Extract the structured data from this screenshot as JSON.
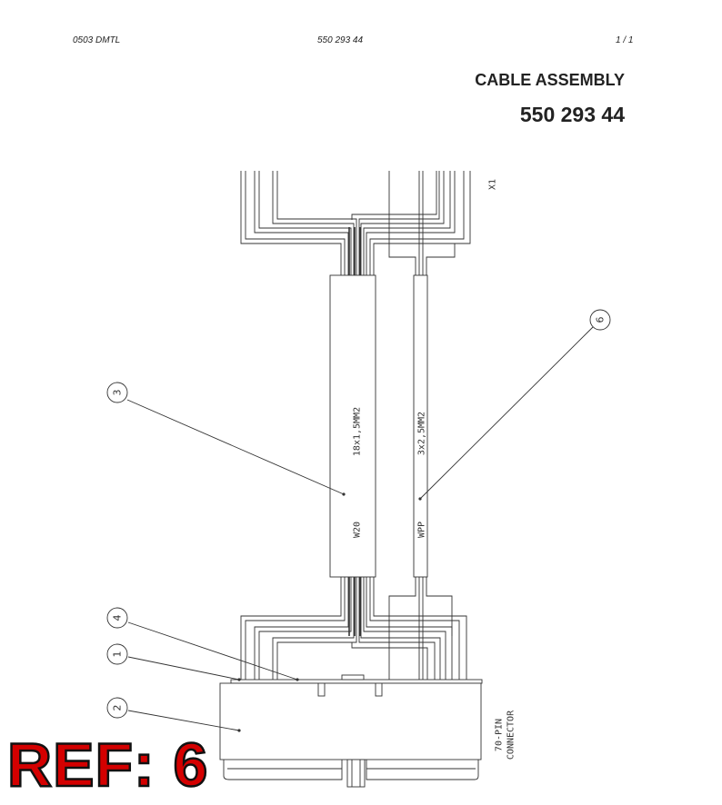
{
  "header": {
    "left": "0503 DMTL",
    "center": "550 293 44",
    "page": "1 /   1"
  },
  "title": "CABLE ASSEMBLY",
  "part_number": "550 293 44",
  "labels": {
    "x1": "X1",
    "cable_w20": "W20",
    "cable_w20_spec": "18x1,5MM2",
    "cable_wpp": "WPP",
    "cable_wpp_spec": "3x2,5MM2",
    "connector_line1": "70-PIN",
    "connector_line2": "CONNECTOR"
  },
  "callouts": [
    "1",
    "2",
    "3",
    "4",
    "6"
  ],
  "ref_stamp": "REF: 6",
  "colors": {
    "line": "#333333",
    "stamp_fill": "#d40000",
    "stamp_outline": "#111111"
  }
}
